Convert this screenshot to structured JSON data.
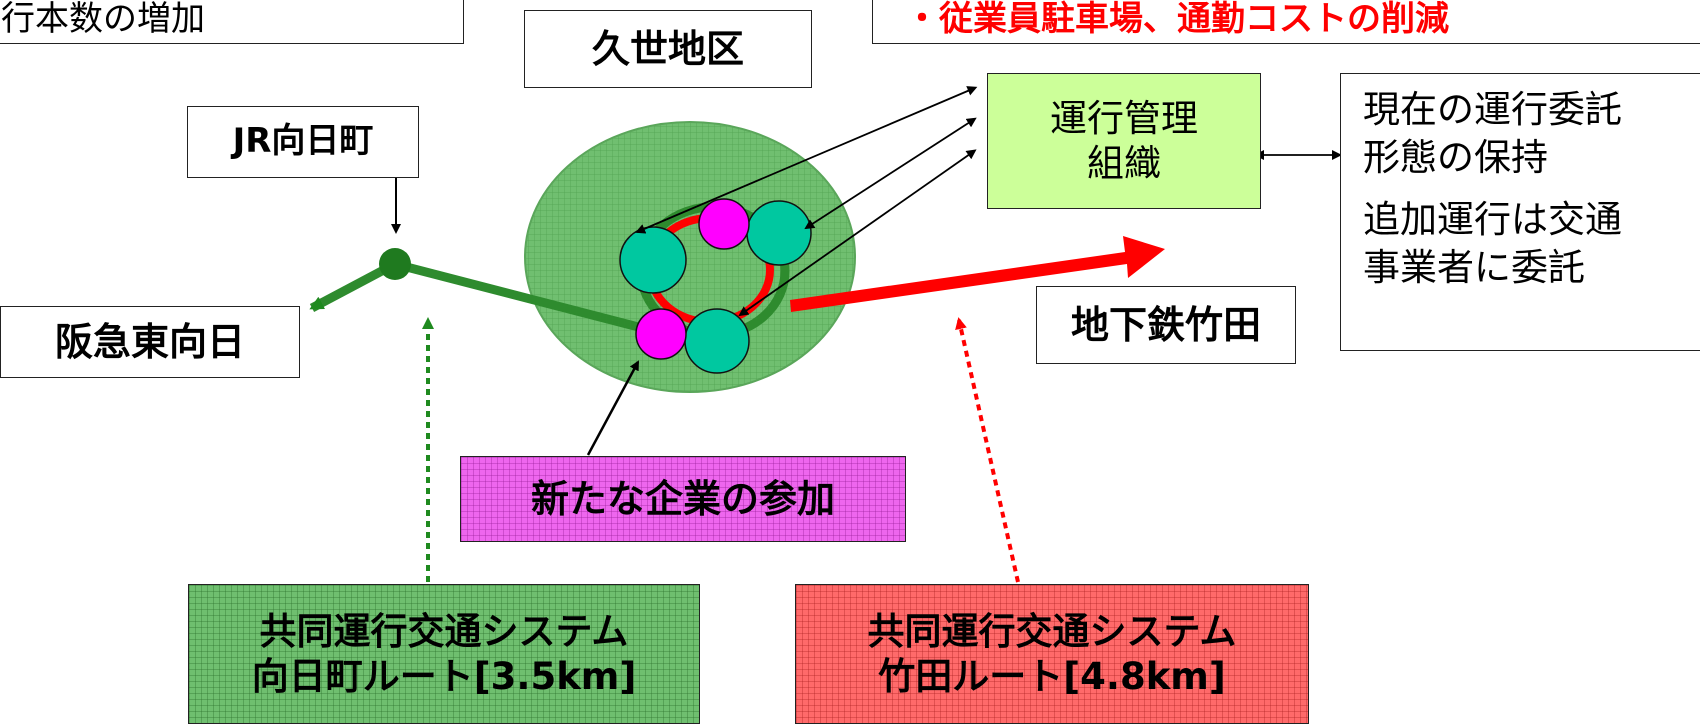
{
  "top_left_fragment": "行本数の増加",
  "top_right_fragment": "・従業員駐車場、通勤コストの削減",
  "labels": {
    "kuze": "久世地区",
    "jr_mukomachi": "JR向日町",
    "hankyu_higashimuko": "阪急東向日",
    "subway_takeda": "地下鉄竹田",
    "new_company": "新たな企業の参加"
  },
  "operation_org": {
    "line1": "運行管理",
    "line2": "組織"
  },
  "consignment": {
    "line1": "現在の運行委託",
    "line2": "形態の保持",
    "line3": "追加運行は交通",
    "line4": "事業者に委託"
  },
  "route_mukomachi": {
    "line1": "共同運行交通システム",
    "line2": "向日町ルート[3.5km]"
  },
  "route_takeda": {
    "line1": "共同運行交通システム",
    "line2": "竹田ルート[4.8km]"
  },
  "colors": {
    "green_route": "#2e8b2e",
    "red_route": "#ff0000",
    "area_fill": "#66bb66",
    "company_teal": "#00c8a0",
    "company_magenta": "#ff00ff",
    "org_fill": "#ccff99"
  }
}
